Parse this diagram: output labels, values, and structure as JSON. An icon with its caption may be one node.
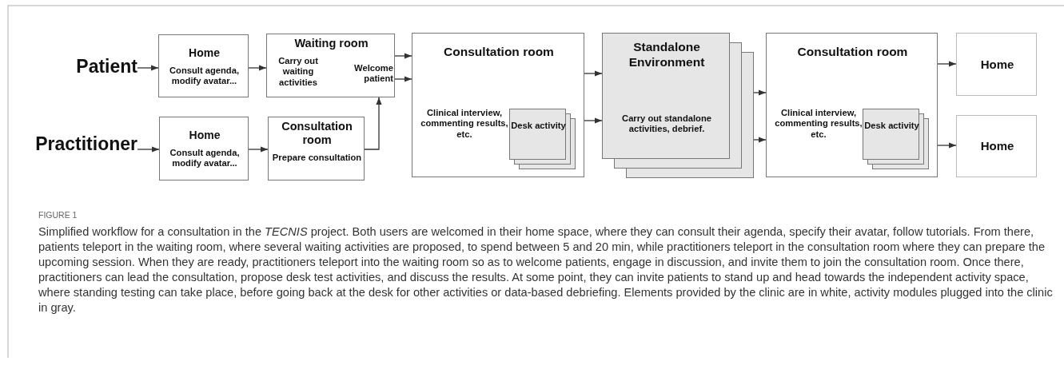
{
  "diagram": {
    "caption": "Simplified workflow for a consultation in the *TECNIS* project. Both users are welcomed in their home space, where they can consult their agenda, specify their avatar, follow tutorials. From there, patients teleport in the waiting room, where several waiting activities are proposed, to spend between 5 and 20 min, while practitioners teleport in the consultation room where they can prepare the upcoming session. When they are ready, practitioners teleport into the waiting room so as to welcome patients, engage in discussion, and invite them to join the consultation room. Once there, practitioners can lead the consultation, propose desk test activities, and discuss the results. At some point, they can invite patients to stand up and head towards the independent activity space, where standing testing can take place, before going back at the desk for other activities or data-based debriefing. Elements provided by the clinic are in white, activity modules plugged into the clinic in gray.",
    "nodes": [
      {
        "text": [
          "Patient"
        ]
      },
      {
        "text": [
          "Home",
          "Consult agenda, modify avatar..."
        ]
      },
      {
        "text": [
          "Waiting room",
          "Carry out waiting activities",
          "Welcome patient"
        ]
      },
      {
        "text": [
          "Practitioner"
        ]
      },
      {
        "text": [
          "Home",
          "Consult agenda, modify avatar..."
        ]
      },
      {
        "text": [
          "Consultation room",
          "Prepare consultation"
        ]
      },
      {
        "text": [
          "Consultation room",
          "Clinical interview, commenting results, etc."
        ]
      },
      {
        "text": [
          "Desk activity"
        ],
        "in": 6
      },
      {
        "text": [
          "Standalone Environment",
          "Carry out standalone activities, debrief."
        ]
      },
      {
        "text": [
          "Consultation room",
          "Clinical interview, commenting results, etc."
        ]
      },
      {
        "text": [
          "Desk activity"
        ],
        "in": 9
      },
      {
        "text": [
          "Home"
        ]
      },
      {
        "text": [
          "Home"
        ]
      }
    ],
    "edges": [
      {
        "from": 0,
        "to": 1,
        "arrow": "to"
      },
      {
        "from": 1,
        "to": 2,
        "arrow": "to"
      },
      {
        "from": 3,
        "to": 4,
        "arrow": "to"
      },
      {
        "from": 4,
        "to": 5,
        "arrow": "to"
      },
      {
        "from": 5,
        "to": 2,
        "arrow": "to"
      },
      {
        "from": 2,
        "to": 6,
        "arrow": "to"
      },
      {
        "from": 2,
        "to": 6,
        "arrow": "to"
      },
      {
        "from": 6,
        "to": 8,
        "arrow": "to"
      },
      {
        "from": 6,
        "to": 8,
        "arrow": "to"
      },
      {
        "from": 8,
        "to": 9,
        "arrow": "to"
      },
      {
        "from": 8,
        "to": 9,
        "arrow": "to"
      },
      {
        "from": 9,
        "to": 11,
        "arrow": "to"
      },
      {
        "from": 9,
        "to": 12,
        "arrow": "to"
      }
    ],
    "labels": [
      "FIGURE 1"
    ]
  }
}
